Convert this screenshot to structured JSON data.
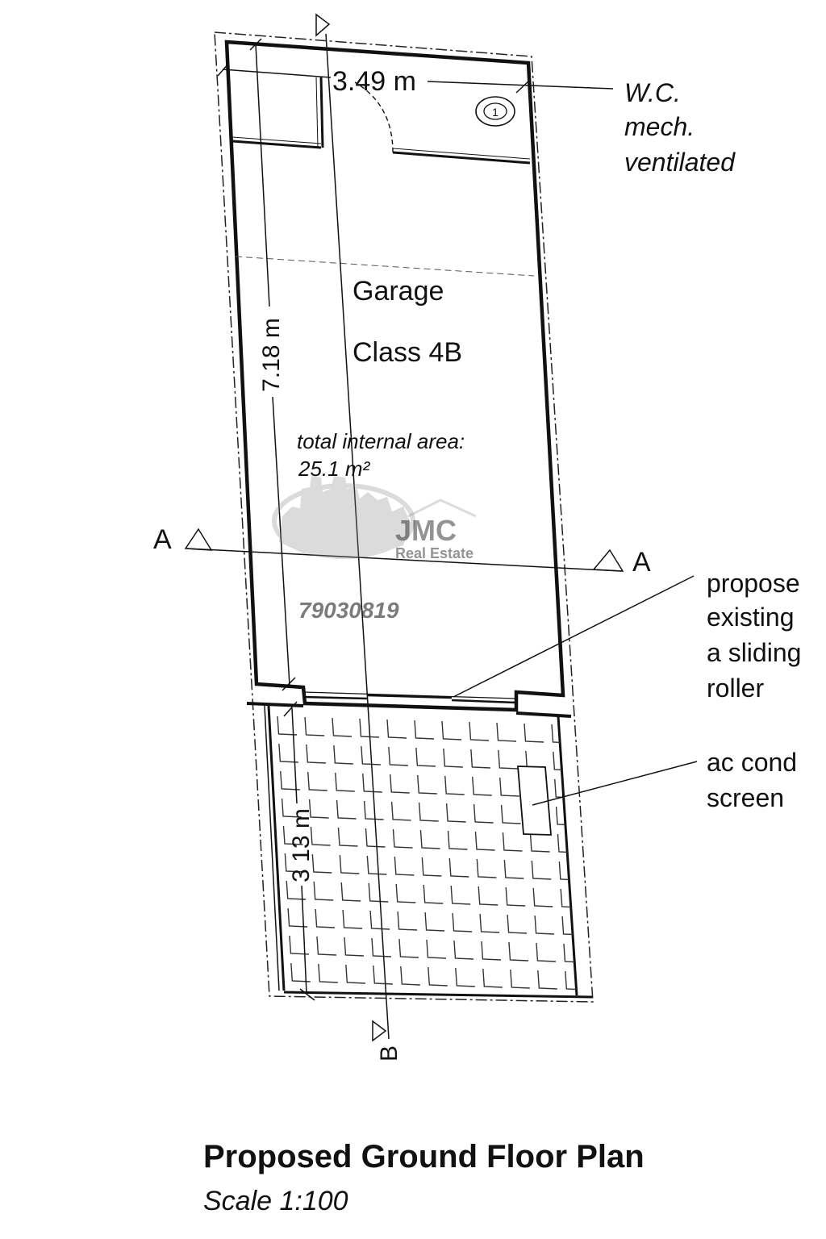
{
  "dimensions": {
    "width": "3.49 m",
    "length": "7.18 m",
    "yard": "3 13 m"
  },
  "rooms": {
    "garage": "Garage",
    "class": "Class 4B",
    "area_line1": "total internal area:",
    "area_line2": "25.1 m²",
    "wc_line1": "W.C.",
    "wc_line2": "mech.",
    "wc_line3": "ventilated",
    "wc_fixture": "1"
  },
  "sections": {
    "a_left": "A",
    "a_right": "A",
    "b": "B"
  },
  "annotations": {
    "door_line1": "propose",
    "door_line2": "existing",
    "door_line3": "a sliding",
    "door_line4": "roller",
    "ac_line1": "ac cond",
    "ac_line2": "screen"
  },
  "watermark": {
    "brand": "JMC",
    "sub": "Real Estate",
    "phone": "79030819"
  },
  "title": "Proposed Ground Floor Plan",
  "scale": "Scale 1:100"
}
